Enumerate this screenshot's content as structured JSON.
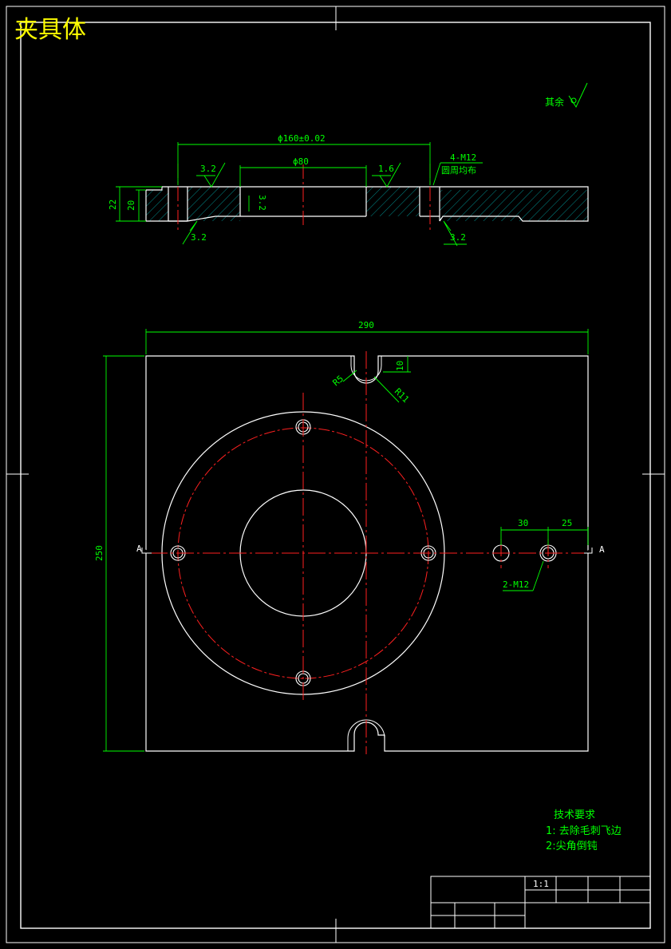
{
  "drawing": {
    "title": "夹具体",
    "roughness_note": "其余",
    "section_view": {
      "dia_outer_tol": "ϕ160±0.02",
      "dia_inner": "ϕ80",
      "holes_note": "4-M12",
      "holes_note2": "圆周均布",
      "rough_3_2": "3.2",
      "rough_1_6": "1.6",
      "height_22": "22",
      "height_20": "20"
    },
    "plan_view": {
      "width": "290",
      "height": "250",
      "slot_depth": "10",
      "radius_r5": "R5",
      "radius_r11": "R11",
      "spacing_30": "30",
      "spacing_25": "25",
      "holes_2": "2-M12",
      "section_mark": "A"
    },
    "tech_requirements": {
      "heading": "技术要求",
      "item1": "1: 去除毛刺飞边",
      "item2": "2:尖角倒钝"
    },
    "title_block": {
      "scale": "1:1"
    }
  }
}
